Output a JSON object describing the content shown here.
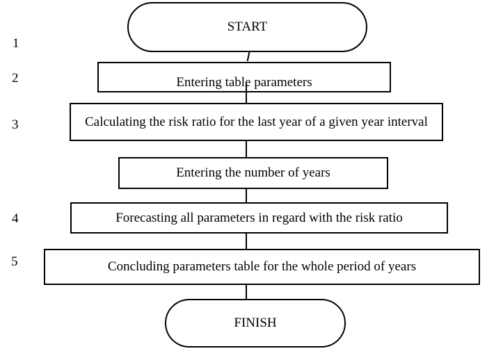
{
  "page": {
    "background_color": "#ffffff",
    "line_color": "#000000",
    "text_color": "#000000"
  },
  "flowchart": {
    "type": "flowchart",
    "direction": "top-down",
    "nodes": [
      {
        "id": "start",
        "shape": "terminator",
        "label": "START"
      },
      {
        "id": "entering-table-parameters",
        "shape": "process",
        "label": "Entering table parameters"
      },
      {
        "id": "calculating-risk-ratio",
        "shape": "process",
        "label": "Calculating the risk ratio for the last year of a given year interval"
      },
      {
        "id": "entering-number-of-years",
        "shape": "process",
        "label": "Entering the number of years"
      },
      {
        "id": "forecasting-parameters",
        "shape": "process",
        "label": "Forecasting all parameters in regard with the risk ratio"
      },
      {
        "id": "concluding-parameters-table",
        "shape": "process",
        "label": "Concluding parameters table for the whole period of years"
      },
      {
        "id": "finish",
        "shape": "terminator",
        "label": "FINISH"
      }
    ],
    "connectors": [
      {
        "from": "start",
        "to": "entering-table-parameters"
      },
      {
        "from": "entering-table-parameters",
        "to": "calculating-risk-ratio"
      },
      {
        "from": "calculating-risk-ratio",
        "to": "entering-number-of-years"
      },
      {
        "from": "entering-number-of-years",
        "to": "forecasting-parameters"
      },
      {
        "from": "forecasting-parameters",
        "to": "concluding-parameters-table"
      },
      {
        "from": "concluding-parameters-table",
        "to": "finish"
      }
    ],
    "step_numbers": [
      "1",
      "2",
      "3",
      "4",
      "5"
    ]
  }
}
